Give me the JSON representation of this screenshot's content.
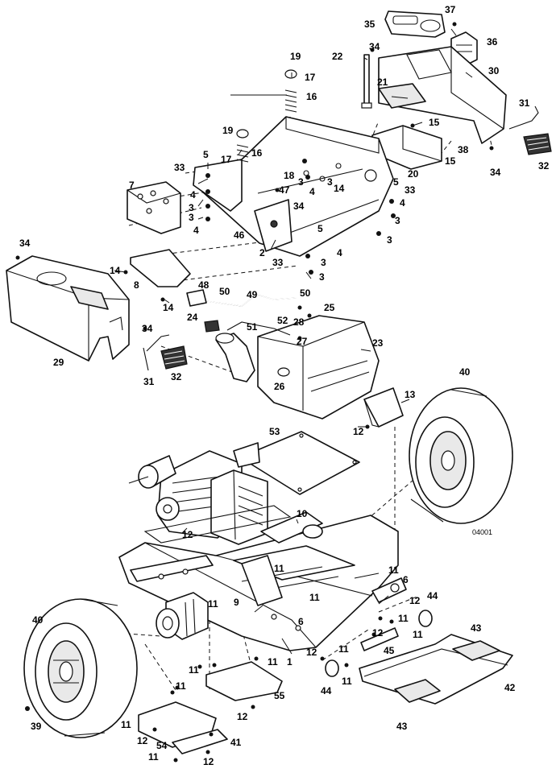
{
  "figure_ref": "04001",
  "callouts": [
    "1",
    "2",
    "3",
    "4",
    "5",
    "6",
    "7",
    "8",
    "9",
    "10",
    "11",
    "12",
    "13",
    "14",
    "15",
    "16",
    "17",
    "18",
    "19",
    "20",
    "21",
    "22",
    "23",
    "24",
    "25",
    "26",
    "27",
    "28",
    "29",
    "30",
    "31",
    "32",
    "33",
    "34",
    "35",
    "36",
    "37",
    "38",
    "39",
    "40",
    "41",
    "42",
    "43",
    "44",
    "45",
    "46",
    "47",
    "48",
    "49",
    "50",
    "51",
    "52",
    "53",
    "54",
    "55"
  ]
}
